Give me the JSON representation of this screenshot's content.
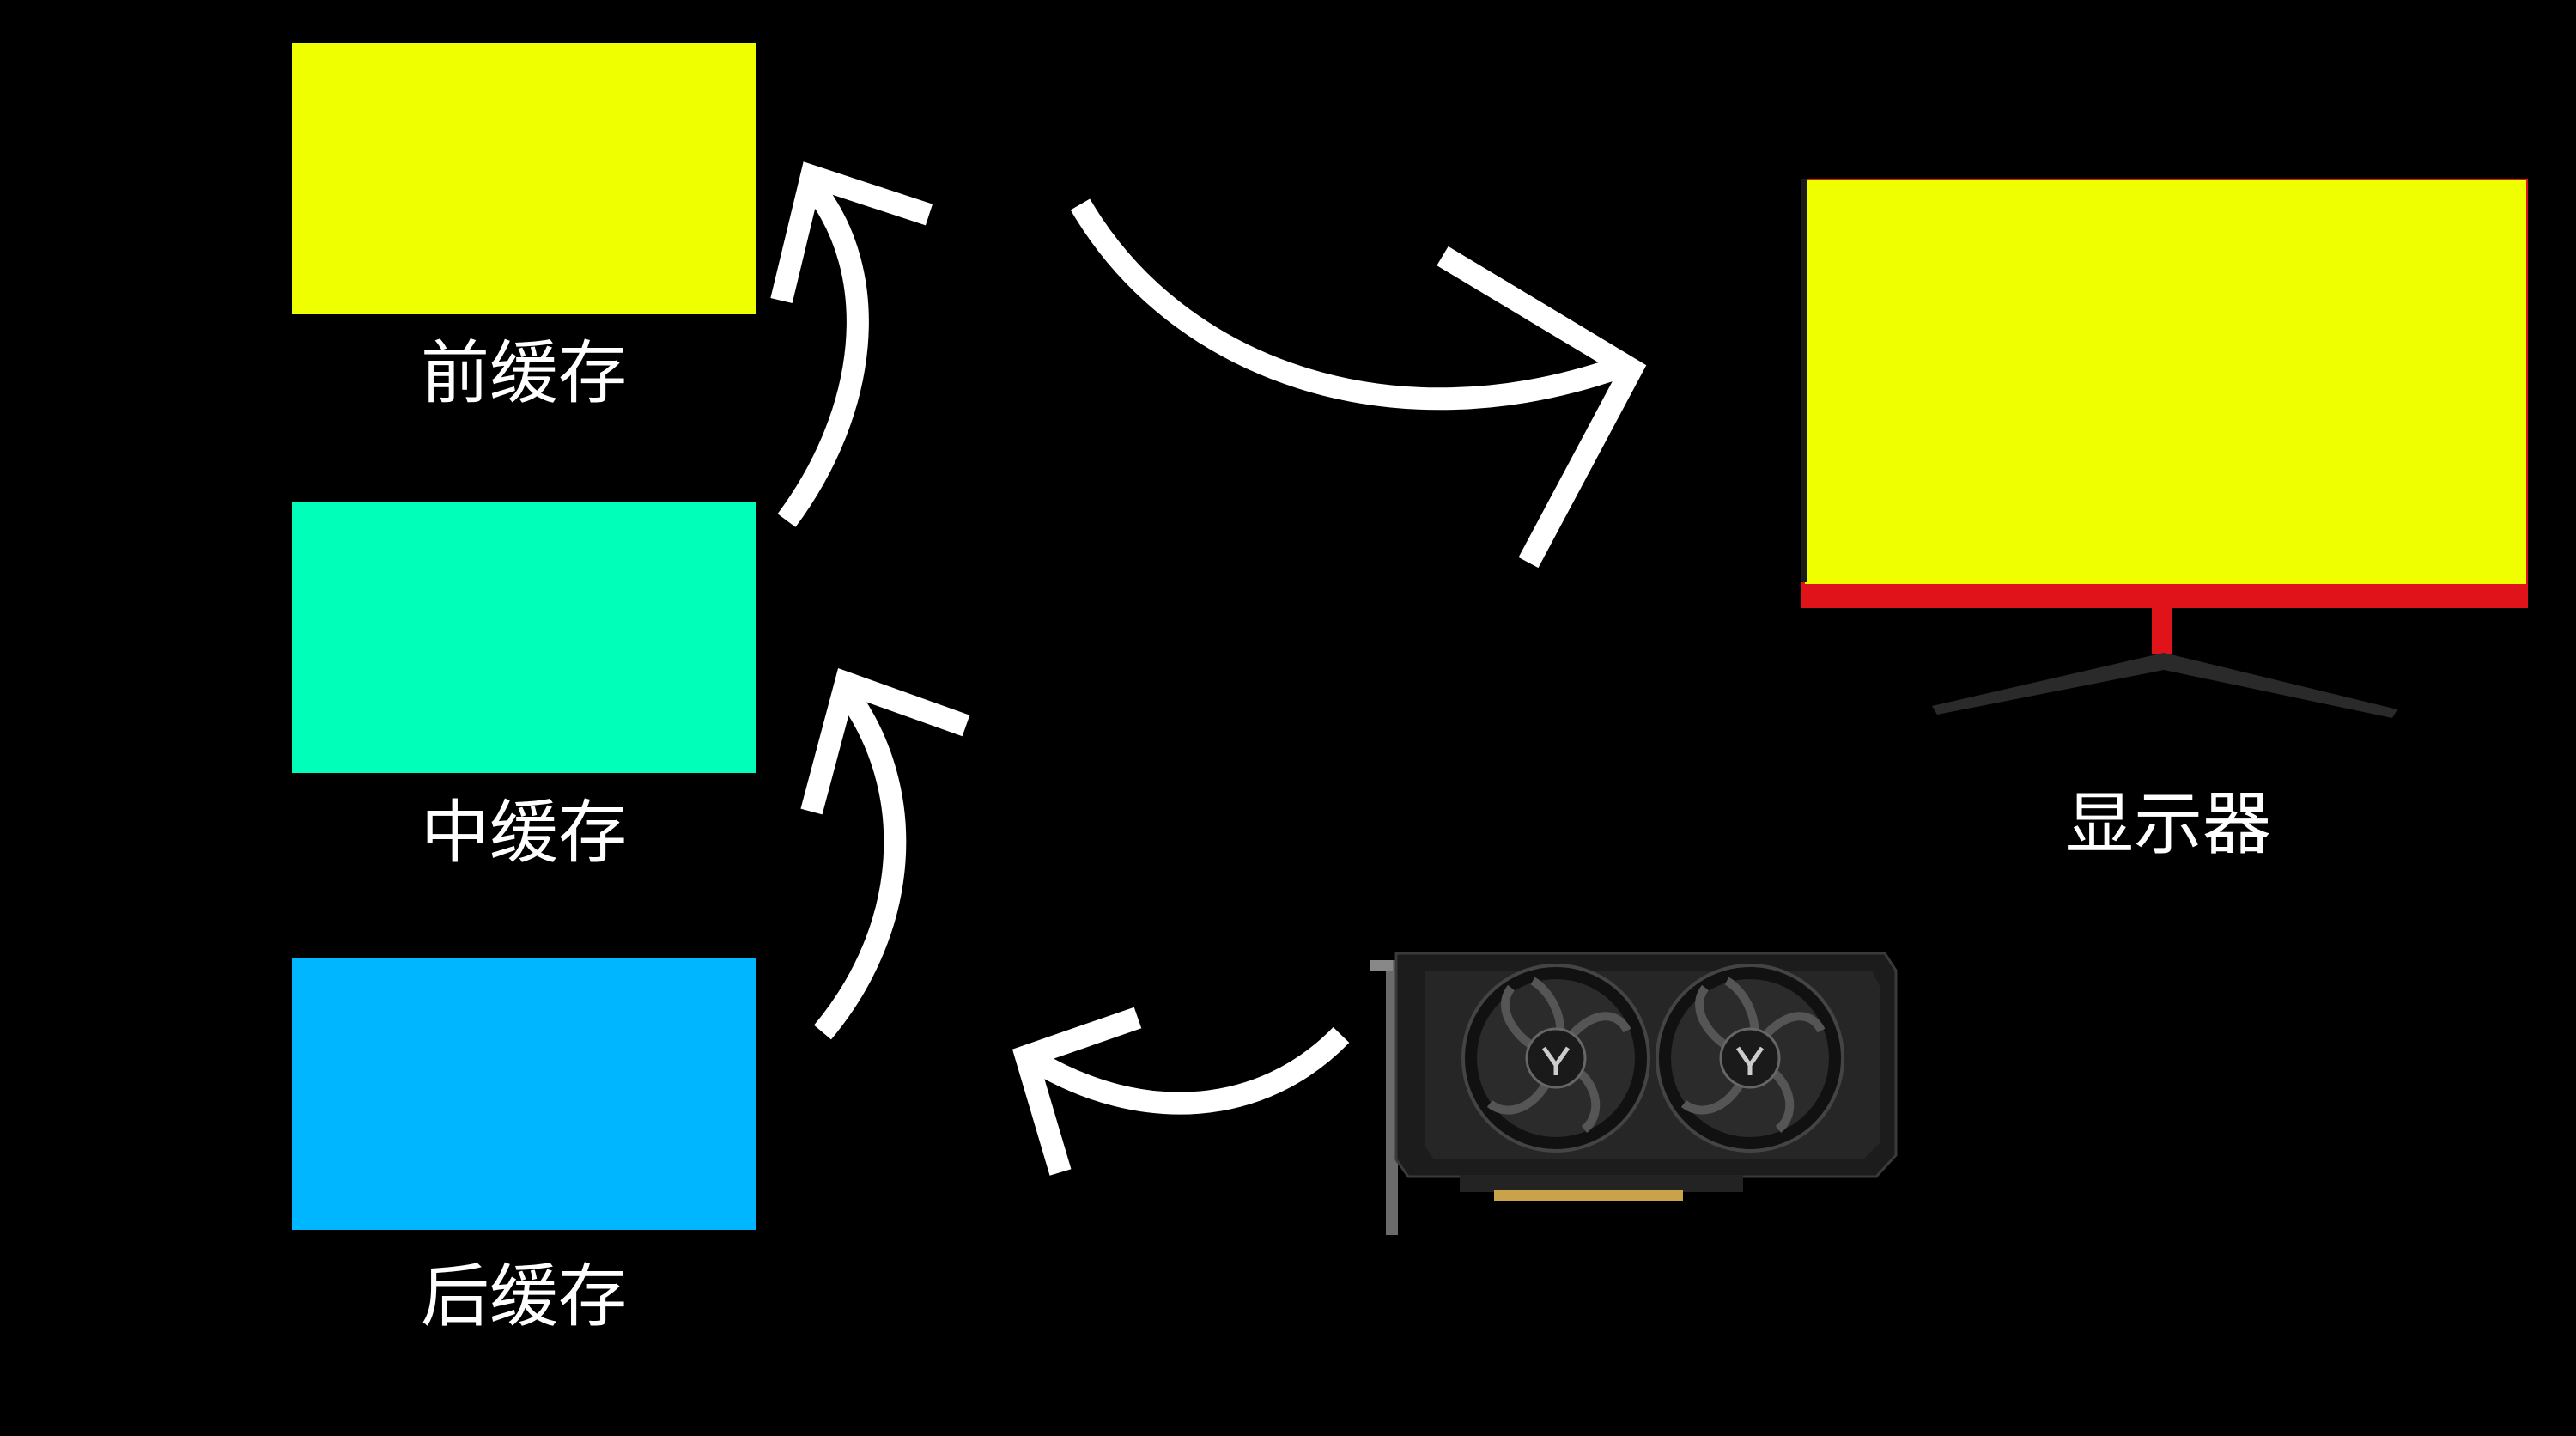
{
  "buffers": [
    {
      "label": "前缓存",
      "color": "#EFFF00"
    },
    {
      "label": "中缓存",
      "color": "#00FFB8"
    },
    {
      "label": "后缓存",
      "color": "#00B6FF"
    }
  ],
  "monitor": {
    "label": "显示器",
    "screen_color": "#EFFF00",
    "bezel_color": "#E0121A",
    "stand_color": "#2A2A2A"
  },
  "gpu": {
    "icon": "graphics-card-icon"
  },
  "arrow_color": "#FFFFFF"
}
